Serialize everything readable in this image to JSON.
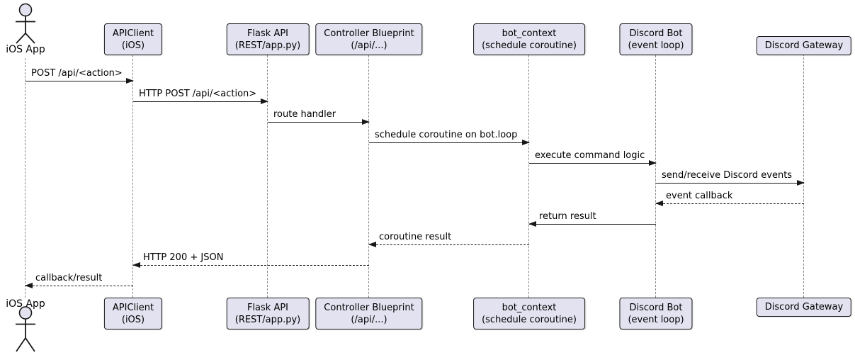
{
  "diagram": {
    "type": "uml-sequence",
    "colors": {
      "background": "#FFFFFF",
      "participant_fill": "#E2E2F0",
      "participant_border": "#181818",
      "message_line": "#181818",
      "lifeline": "#8A8A8A",
      "text": "#000000"
    },
    "actor": {
      "label": "iOS App"
    },
    "participants": [
      {
        "line1": "APIClient",
        "line2": "(iOS)"
      },
      {
        "line1": "Flask API",
        "line2": "(REST/app.py)"
      },
      {
        "line1": "Controller Blueprint",
        "line2": "(/api/...)"
      },
      {
        "line1": "bot_context",
        "line2": "(schedule coroutine)"
      },
      {
        "line1": "Discord Bot",
        "line2": "(event loop)"
      },
      {
        "line1": "Discord Gateway",
        "line2": ""
      }
    ],
    "messages": [
      {
        "label": "POST /api/<action>",
        "from": "iOS App",
        "to": "APIClient",
        "line": "solid",
        "direction": "right"
      },
      {
        "label": "HTTP POST /api/<action>",
        "from": "APIClient",
        "to": "Flask API",
        "line": "solid",
        "direction": "right"
      },
      {
        "label": "route handler",
        "from": "Flask API",
        "to": "Controller Blueprint",
        "line": "solid",
        "direction": "right"
      },
      {
        "label": "schedule coroutine on bot.loop",
        "from": "Controller Blueprint",
        "to": "bot_context",
        "line": "solid",
        "direction": "right"
      },
      {
        "label": "execute command logic",
        "from": "bot_context",
        "to": "Discord Bot",
        "line": "solid",
        "direction": "right"
      },
      {
        "label": "send/receive Discord events",
        "from": "Discord Bot",
        "to": "Discord Gateway",
        "line": "solid",
        "direction": "right"
      },
      {
        "label": "event callback",
        "from": "Discord Gateway",
        "to": "Discord Bot",
        "line": "dashed",
        "direction": "left"
      },
      {
        "label": "return result",
        "from": "Discord Bot",
        "to": "bot_context",
        "line": "solid",
        "direction": "left"
      },
      {
        "label": "coroutine result",
        "from": "bot_context",
        "to": "Controller Blueprint",
        "line": "dashed",
        "direction": "left"
      },
      {
        "label": "HTTP 200 + JSON",
        "from": "Controller Blueprint",
        "to": "APIClient",
        "line": "dashed",
        "direction": "left"
      },
      {
        "label": "callback/result",
        "from": "APIClient",
        "to": "iOS App",
        "line": "dashed",
        "direction": "left"
      }
    ]
  }
}
